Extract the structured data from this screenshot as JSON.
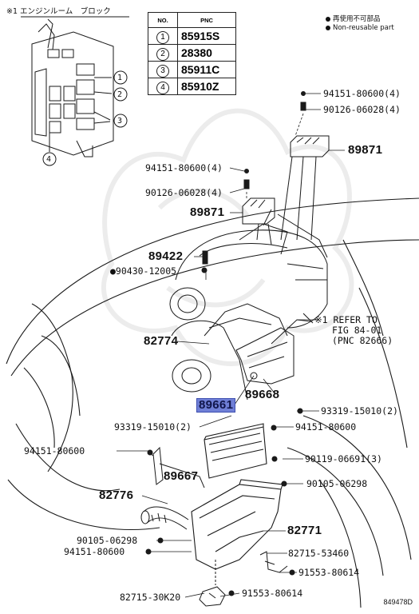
{
  "inset": {
    "title": "※1 エンジンルーム　ブロック",
    "callouts": [
      "1",
      "2",
      "3",
      "4"
    ]
  },
  "pnc_table": {
    "headers": [
      "NO.",
      "PNC"
    ],
    "rows": [
      {
        "no": "1",
        "pnc": "85915S"
      },
      {
        "no": "2",
        "pnc": "28380"
      },
      {
        "no": "3",
        "pnc": "85911C"
      },
      {
        "no": "4",
        "pnc": "85910Z"
      }
    ]
  },
  "legend": {
    "jp": "再使用不可部品",
    "en": "Non-reusable part"
  },
  "labels": {
    "p94151_80600_4_top": "94151-80600(4)",
    "p90126_06028_4_top": "90126-06028(4)",
    "p89871_top": "89871",
    "p94151_80600_4_mid": "94151-80600(4)",
    "p90126_06028_4_mid": "90126-06028(4)",
    "p89871_mid": "89871",
    "p89422": "89422",
    "p90430_12005": "●90430-12005",
    "p82774": "82774",
    "refer_1": "※1 REFER TO",
    "refer_2": "FIG 84-01",
    "refer_3": "(PNC 82666)",
    "p89668": "89668",
    "p89661": "89661",
    "p93319_right": "93319-15010(2)",
    "p93319_left": "93319-15010(2)",
    "p94151_right": "94151-80600",
    "p94151_left": "94151-80600",
    "p90119": "90119-06691(3)",
    "p89667": "89667",
    "p90105_right": "90105-06298",
    "p82776": "82776",
    "p82771": "82771",
    "p90105_left": "90105-06298",
    "p94151_lower": "94151-80600",
    "p82715_53460": "82715-53460",
    "p91553_right": "91553-80614",
    "p82715_30k20": "82715-30K20",
    "p91553_bottom": "91553-80614"
  },
  "figure_id": "849478D",
  "colors": {
    "highlight": "#6f7fd6",
    "line": "#1a1a1a",
    "watermark": "#e8e8e8"
  }
}
